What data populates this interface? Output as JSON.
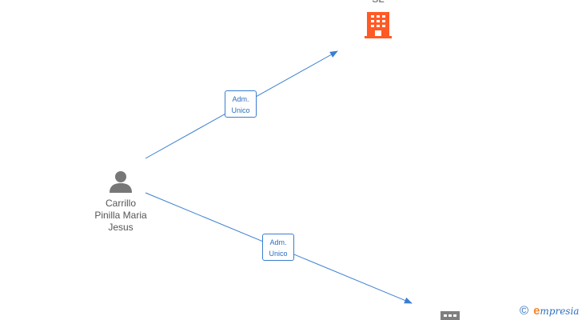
{
  "person": {
    "name_line1": "Carrillo",
    "name_line2": "Pinilla Maria",
    "name_line3": "Jesus",
    "icon": "person-icon"
  },
  "company_top": {
    "label": "SL",
    "icon": "building-icon",
    "color": "#ff5a26"
  },
  "company_bottom": {
    "icon": "building-icon",
    "color": "#7f7f7f"
  },
  "edges": [
    {
      "label_line1": "Adm.",
      "label_line2": "Unico"
    },
    {
      "label_line1": "Adm.",
      "label_line2": "Unico"
    }
  ],
  "colors": {
    "edge": "#3a7fcf",
    "person_icon": "#777777"
  },
  "watermark": {
    "copyright": "©",
    "brand_initial": "e",
    "brand_rest": "mpresia"
  }
}
